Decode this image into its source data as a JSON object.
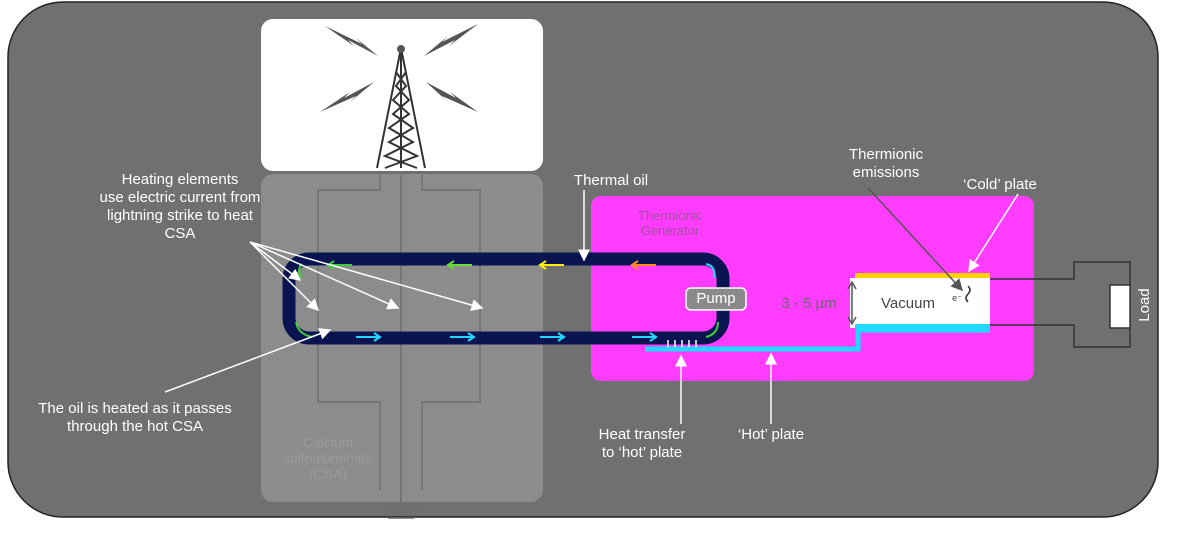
{
  "labels": {
    "heating_line1": "Heating elements",
    "heating_line2": "use electric current from",
    "heating_line3": "lightning strike to heat",
    "heating_line4": "CSA",
    "oil_heated_line1": "The oil is heated as it passes",
    "oil_heated_line2": "through the hot CSA",
    "thermal_oil": "Thermal oil",
    "generator_line1": "Thermionic",
    "generator_line2": "Generator",
    "pump": "Pump",
    "gap": "3 - 5 µm",
    "vacuum": "Vacuum",
    "electron": "e⁻",
    "emissions_line1": "Thermionic",
    "emissions_line2": "emissions",
    "cold_plate": "‘Cold’ plate",
    "hot_plate": "‘Hot’ plate",
    "heat_transfer_line1": "Heat transfer",
    "heat_transfer_line2": "to ‘hot’ plate",
    "csa_line1": "Calcium",
    "csa_line2": "sulfoaluminate",
    "csa_line3": "(CSA)",
    "load": "Load"
  },
  "colors": {
    "background": "#707070",
    "generator": "#ff3cff",
    "pipe": "#0a1450",
    "cold_plate": "#ffd000",
    "hot_plate": "#22d8ff",
    "arrow_top": [
      "#3ccc3c",
      "#66dd33",
      "#ffee00",
      "#ff8c1a"
    ],
    "arrow_bottom": [
      "#22d8ff",
      "#22d8ff",
      "#22d8ff",
      "#22d8ff"
    ]
  }
}
